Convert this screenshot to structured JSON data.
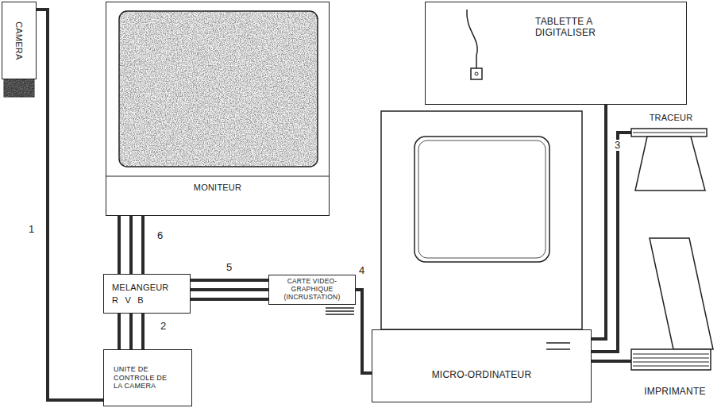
{
  "diagram": {
    "nodes": [
      {
        "text": [
          "CAMERA"
        ]
      },
      {
        "text": [
          "MONITEUR"
        ]
      },
      {
        "text": [
          "TABLETTE A DIGITALISER"
        ]
      },
      {
        "text": [
          "MELANGEUR",
          "R V B"
        ]
      },
      {
        "text": [
          "UNITE DE CONTROLE DE LA CAMERA"
        ]
      },
      {
        "text": [
          "CARTE VIDEO-GRAPHIQUE (INCRUSTATION)"
        ]
      },
      {
        "text": [
          "MICRO-ORDINATEUR"
        ]
      },
      {
        "text": [
          "TRACEUR"
        ]
      },
      {
        "text": [
          "IMPRIMANTE"
        ]
      }
    ],
    "edges": [
      {
        "from": 0,
        "to": 4,
        "label": "1",
        "arrow": "none"
      },
      {
        "from": 4,
        "to": 3,
        "label": "2",
        "arrow": "none"
      },
      {
        "from": 3,
        "to": 1,
        "label": "6",
        "arrow": "none"
      },
      {
        "from": 3,
        "to": 5,
        "label": "5",
        "arrow": "none"
      },
      {
        "from": 5,
        "to": 6,
        "label": "4",
        "arrow": "none"
      },
      {
        "from": 2,
        "to": 6,
        "label": "3",
        "arrow": "none"
      },
      {
        "from": 6,
        "to": 7,
        "arrow": "none"
      },
      {
        "from": 6,
        "to": 8,
        "arrow": "none"
      }
    ]
  }
}
